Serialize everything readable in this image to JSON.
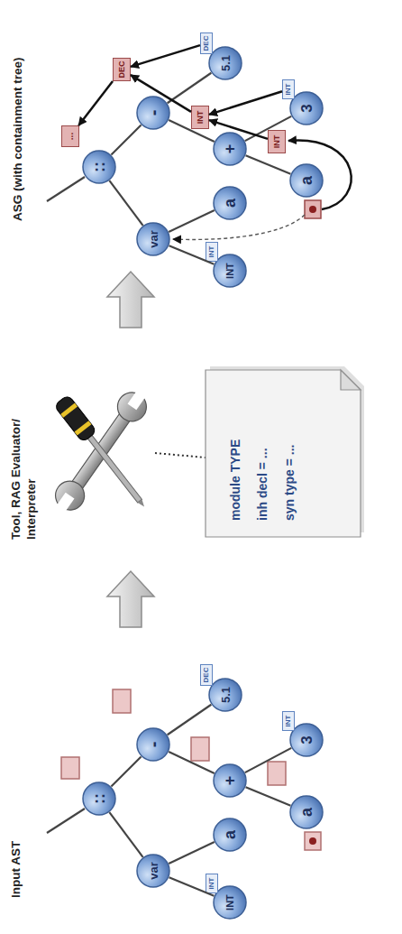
{
  "diagram": {
    "nodes": [
      {
        "text": [
          "::"
        ]
      },
      {
        "text": [
          "var"
        ]
      },
      {
        "text": [
          "INT"
        ]
      },
      {
        "text": [
          "a"
        ]
      },
      {
        "text": [
          "-"
        ]
      },
      {
        "text": [
          "+"
        ]
      },
      {
        "text": [
          "a"
        ]
      },
      {
        "text": [
          "3"
        ]
      },
      {
        "text": [
          "5.1"
        ]
      },
      {
        "text": [
          "INT"
        ]
      },
      {
        "text": [
          "DEC"
        ]
      },
      {
        "text": [
          "INT"
        ]
      },
      {
        "text": [
          "module TYPE",
          "inh decl = ...",
          "syn type = ..."
        ]
      },
      {
        "text": [
          "::"
        ]
      },
      {
        "text": [
          "var"
        ]
      },
      {
        "text": [
          "INT"
        ]
      },
      {
        "text": [
          "a"
        ]
      },
      {
        "text": [
          "-"
        ]
      },
      {
        "text": [
          "+"
        ]
      },
      {
        "text": [
          "a"
        ]
      },
      {
        "text": [
          "3"
        ]
      },
      {
        "text": [
          "5.1"
        ]
      },
      {
        "text": [
          "INT"
        ]
      },
      {
        "text": [
          "DEC"
        ]
      },
      {
        "text": [
          "INT"
        ]
      },
      {
        "text": [
          "..."
        ]
      },
      {
        "text": [
          "DEC"
        ]
      },
      {
        "text": [
          "INT"
        ]
      },
      {
        "text": [
          "INT"
        ]
      }
    ],
    "edges": [
      {
        "from": 0,
        "to": 1,
        "arrow": "none"
      },
      {
        "from": 1,
        "to": 2,
        "arrow": "none"
      },
      {
        "from": 1,
        "to": 3,
        "arrow": "none"
      },
      {
        "from": 0,
        "to": 4,
        "arrow": "none"
      },
      {
        "from": 4,
        "to": 5,
        "arrow": "none"
      },
      {
        "from": 4,
        "to": 8,
        "arrow": "none"
      },
      {
        "from": 5,
        "to": 6,
        "arrow": "none"
      },
      {
        "from": 5,
        "to": 7,
        "arrow": "none"
      },
      {
        "from": 13,
        "to": 14,
        "arrow": "none"
      },
      {
        "from": 14,
        "to": 15,
        "arrow": "none"
      },
      {
        "from": 14,
        "to": 16,
        "arrow": "none"
      },
      {
        "from": 13,
        "to": 17,
        "arrow": "none"
      },
      {
        "from": 17,
        "to": 18,
        "arrow": "none"
      },
      {
        "from": 17,
        "to": 21,
        "arrow": "none"
      },
      {
        "from": 18,
        "to": 19,
        "arrow": "none"
      },
      {
        "from": 18,
        "to": 20,
        "arrow": "none"
      },
      {
        "from": 23,
        "to": 26,
        "arrow": "to"
      },
      {
        "from": 27,
        "to": 26,
        "arrow": "to"
      },
      {
        "from": 24,
        "to": 27,
        "arrow": "to"
      },
      {
        "from": 28,
        "to": 27,
        "arrow": "to"
      },
      {
        "from": 26,
        "to": 25,
        "arrow": "to"
      }
    ],
    "labels": [
      "Input AST",
      "Tool, RAG Evaluator/ Interpreter",
      "ASG (with containment tree)"
    ]
  }
}
